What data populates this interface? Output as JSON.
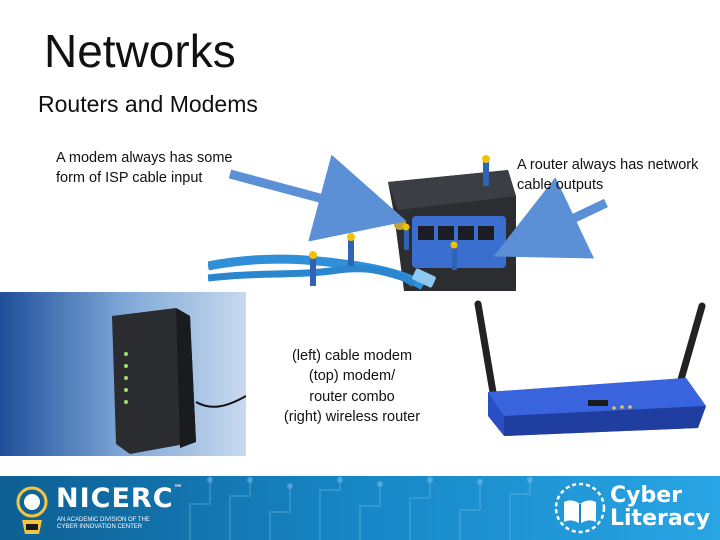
{
  "slide": {
    "title": "Networks",
    "subtitle": "Routers and Modems",
    "notes": {
      "modem": "A modem always has some form of ISP cable input",
      "router": "A router always has network cable outputs"
    },
    "caption": {
      "line1": "(left) cable modem",
      "line2": "(top) modem/",
      "line3": "router combo",
      "line4": "(right) wireless router"
    }
  },
  "footer": {
    "left_brand": "NICERC",
    "left_brand_mark": "™",
    "left_tagline": "An academic division of the Cyber Innovation Center",
    "right_brand_line1": "Cyber",
    "right_brand_line2": "Literacy"
  },
  "colors": {
    "arrow": "#5b8fd6",
    "footer_start": "#0e5f93",
    "footer_end": "#29a5e4",
    "cable": "#2f8fd8",
    "router_blue": "#2a4fc4"
  }
}
